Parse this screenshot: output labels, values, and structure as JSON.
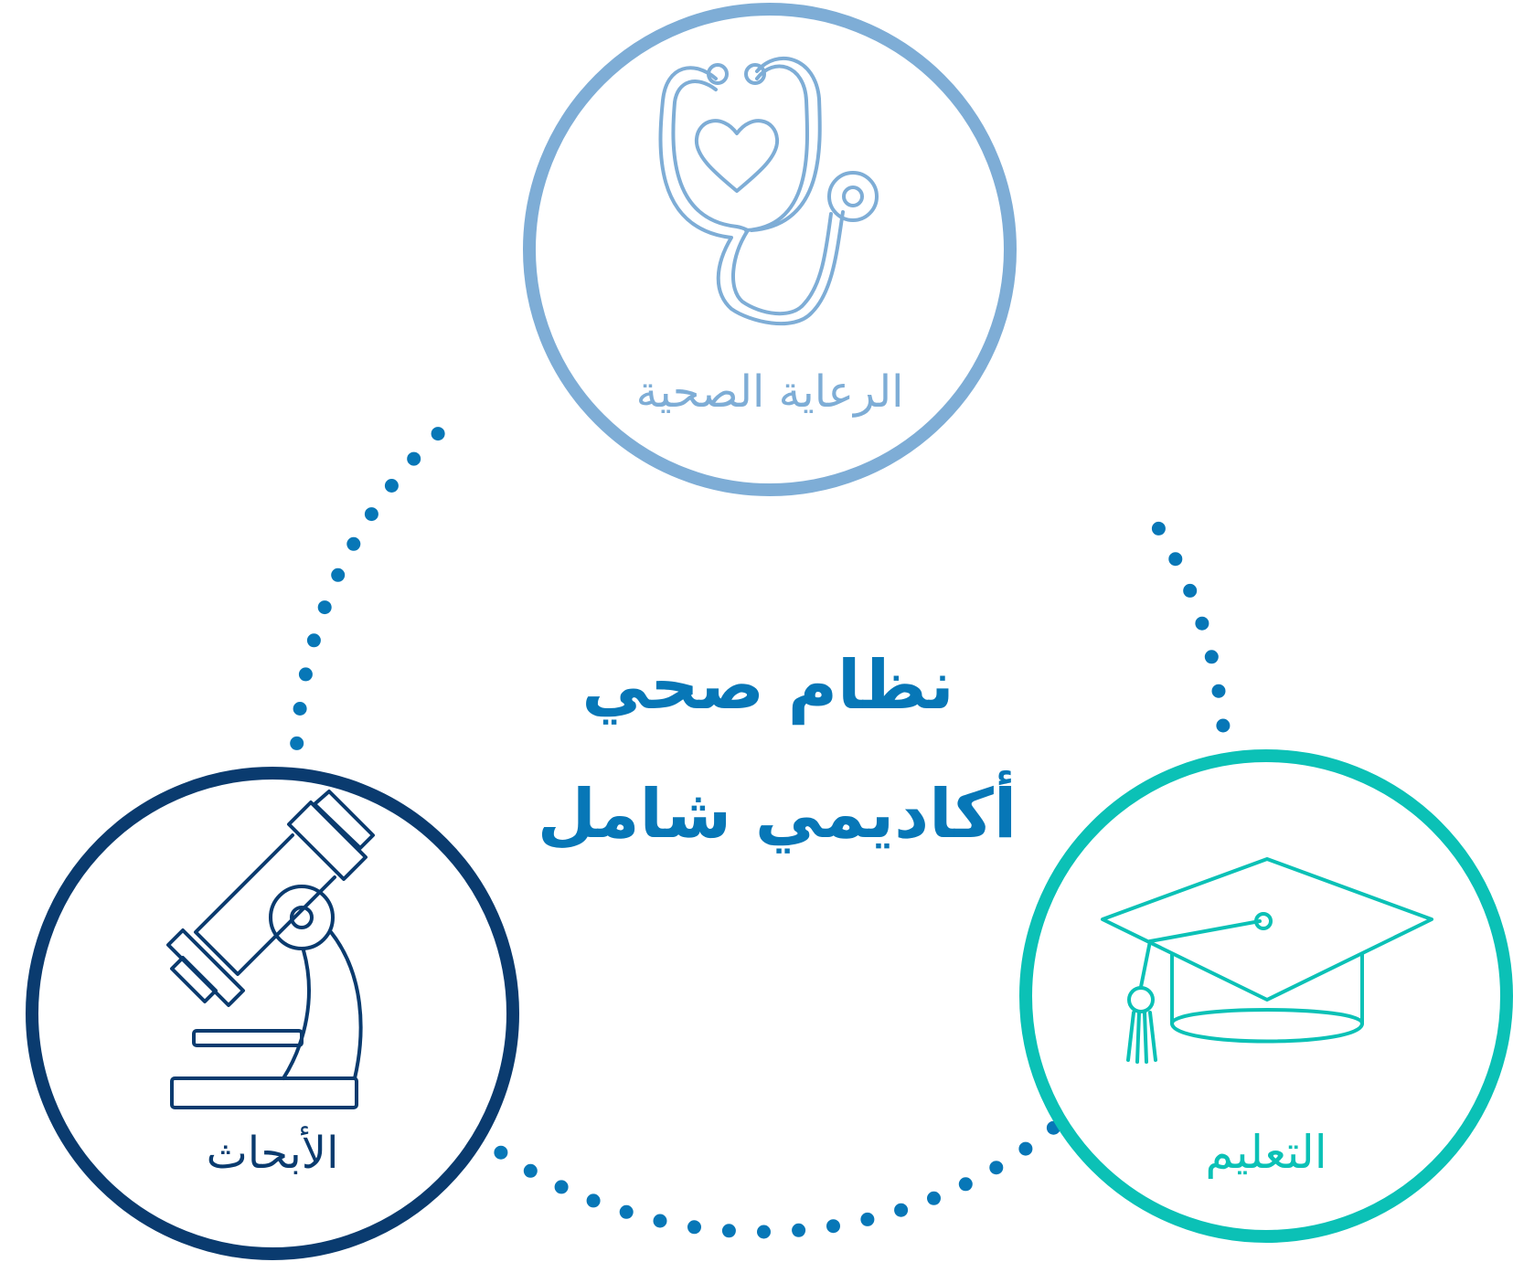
{
  "diagram": {
    "center": {
      "line1": "نظام صحي",
      "line2": "أكاديمي شامل",
      "color": "#0777B7"
    },
    "nodes": [
      {
        "id": "healthcare",
        "label": "الرعاية الصحية",
        "icon": "stethoscope-icon",
        "color": "#7EADD6"
      },
      {
        "id": "research",
        "label": "الأبحاث",
        "icon": "microscope-icon",
        "color": "#0A3B6F"
      },
      {
        "id": "education",
        "label": "التعليم",
        "icon": "graduation-cap-icon",
        "color": "#0BC1B6"
      }
    ],
    "connector_color": "#0777B7"
  }
}
